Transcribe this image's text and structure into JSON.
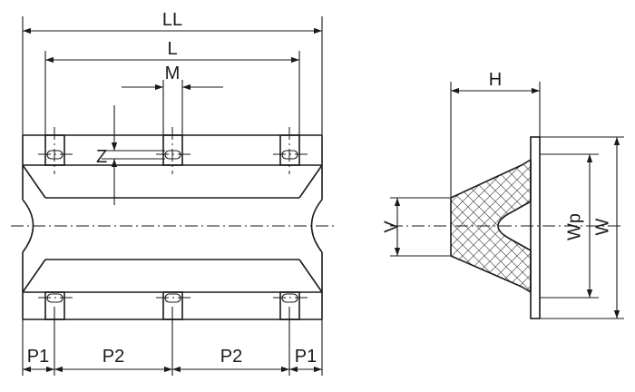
{
  "labels": {
    "ll": "LL",
    "l": "L",
    "m": "M",
    "z": "Z",
    "p1_left": "P1",
    "p2_left": "P2",
    "p2_right": "P2",
    "p1_right": "P1",
    "h": "H",
    "v": "V",
    "wp": "Wp",
    "w": "W"
  },
  "colors": {
    "line": "#1a1a1a",
    "background": "#ffffff",
    "hatch": "#555555"
  }
}
